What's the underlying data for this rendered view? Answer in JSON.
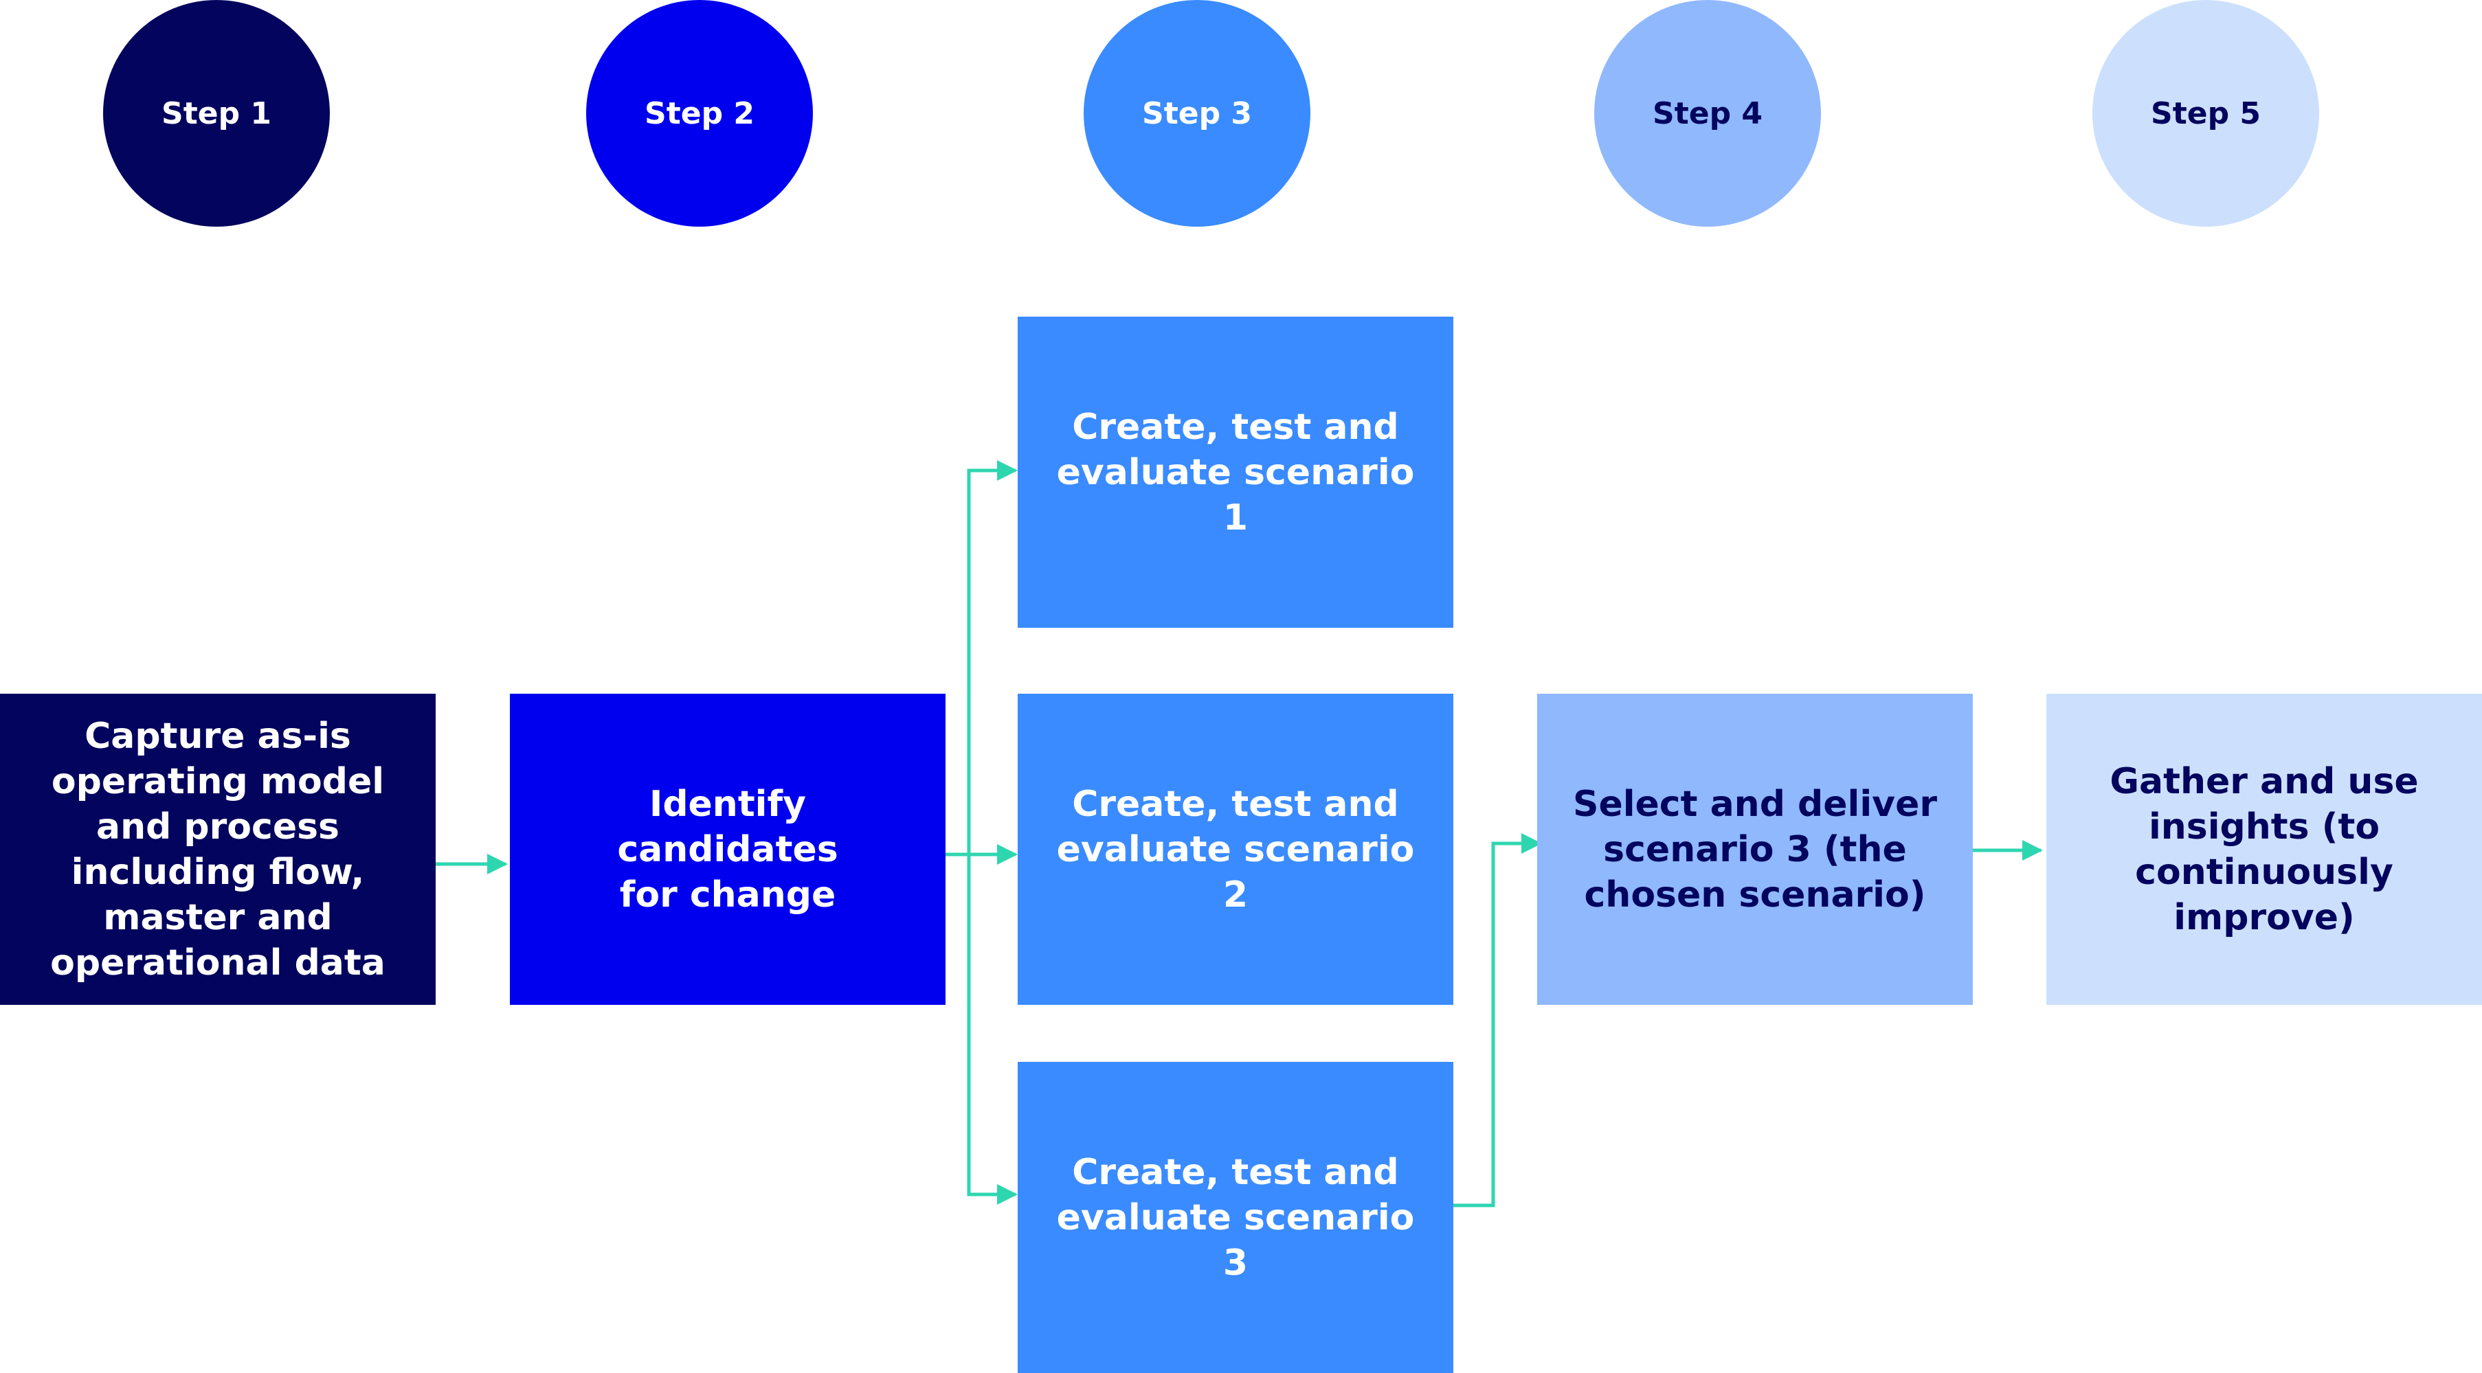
{
  "colors": {
    "step1": "#03045e",
    "step2": "#0000ee",
    "step3": "#3a8bff",
    "step4": "#90b8fd",
    "step5": "#cce0fd",
    "connector": "#2ed6b0",
    "light_text": "#ffffff",
    "dark_text": "#03045e"
  },
  "steps": [
    {
      "label": "Step 1"
    },
    {
      "label": "Step 2"
    },
    {
      "label": "Step 3"
    },
    {
      "label": "Step 4"
    },
    {
      "label": "Step 5"
    }
  ],
  "boxes": {
    "capture": "Capture as-is\noperating model\nand process\nincluding flow,\nmaster and\noperational data",
    "identify": "Identify candidates\nfor change",
    "scenario1": "Create, test and\nevaluate scenario 1",
    "scenario2": "Create, test and\nevaluate scenario 2",
    "scenario3": "Create, test and\nevaluate scenario 3",
    "select": "Select and deliver\nscenario 3 (the\nchosen scenario)",
    "gather": "Gather and use\ninsights (to\ncontinuously\nimprove)"
  }
}
